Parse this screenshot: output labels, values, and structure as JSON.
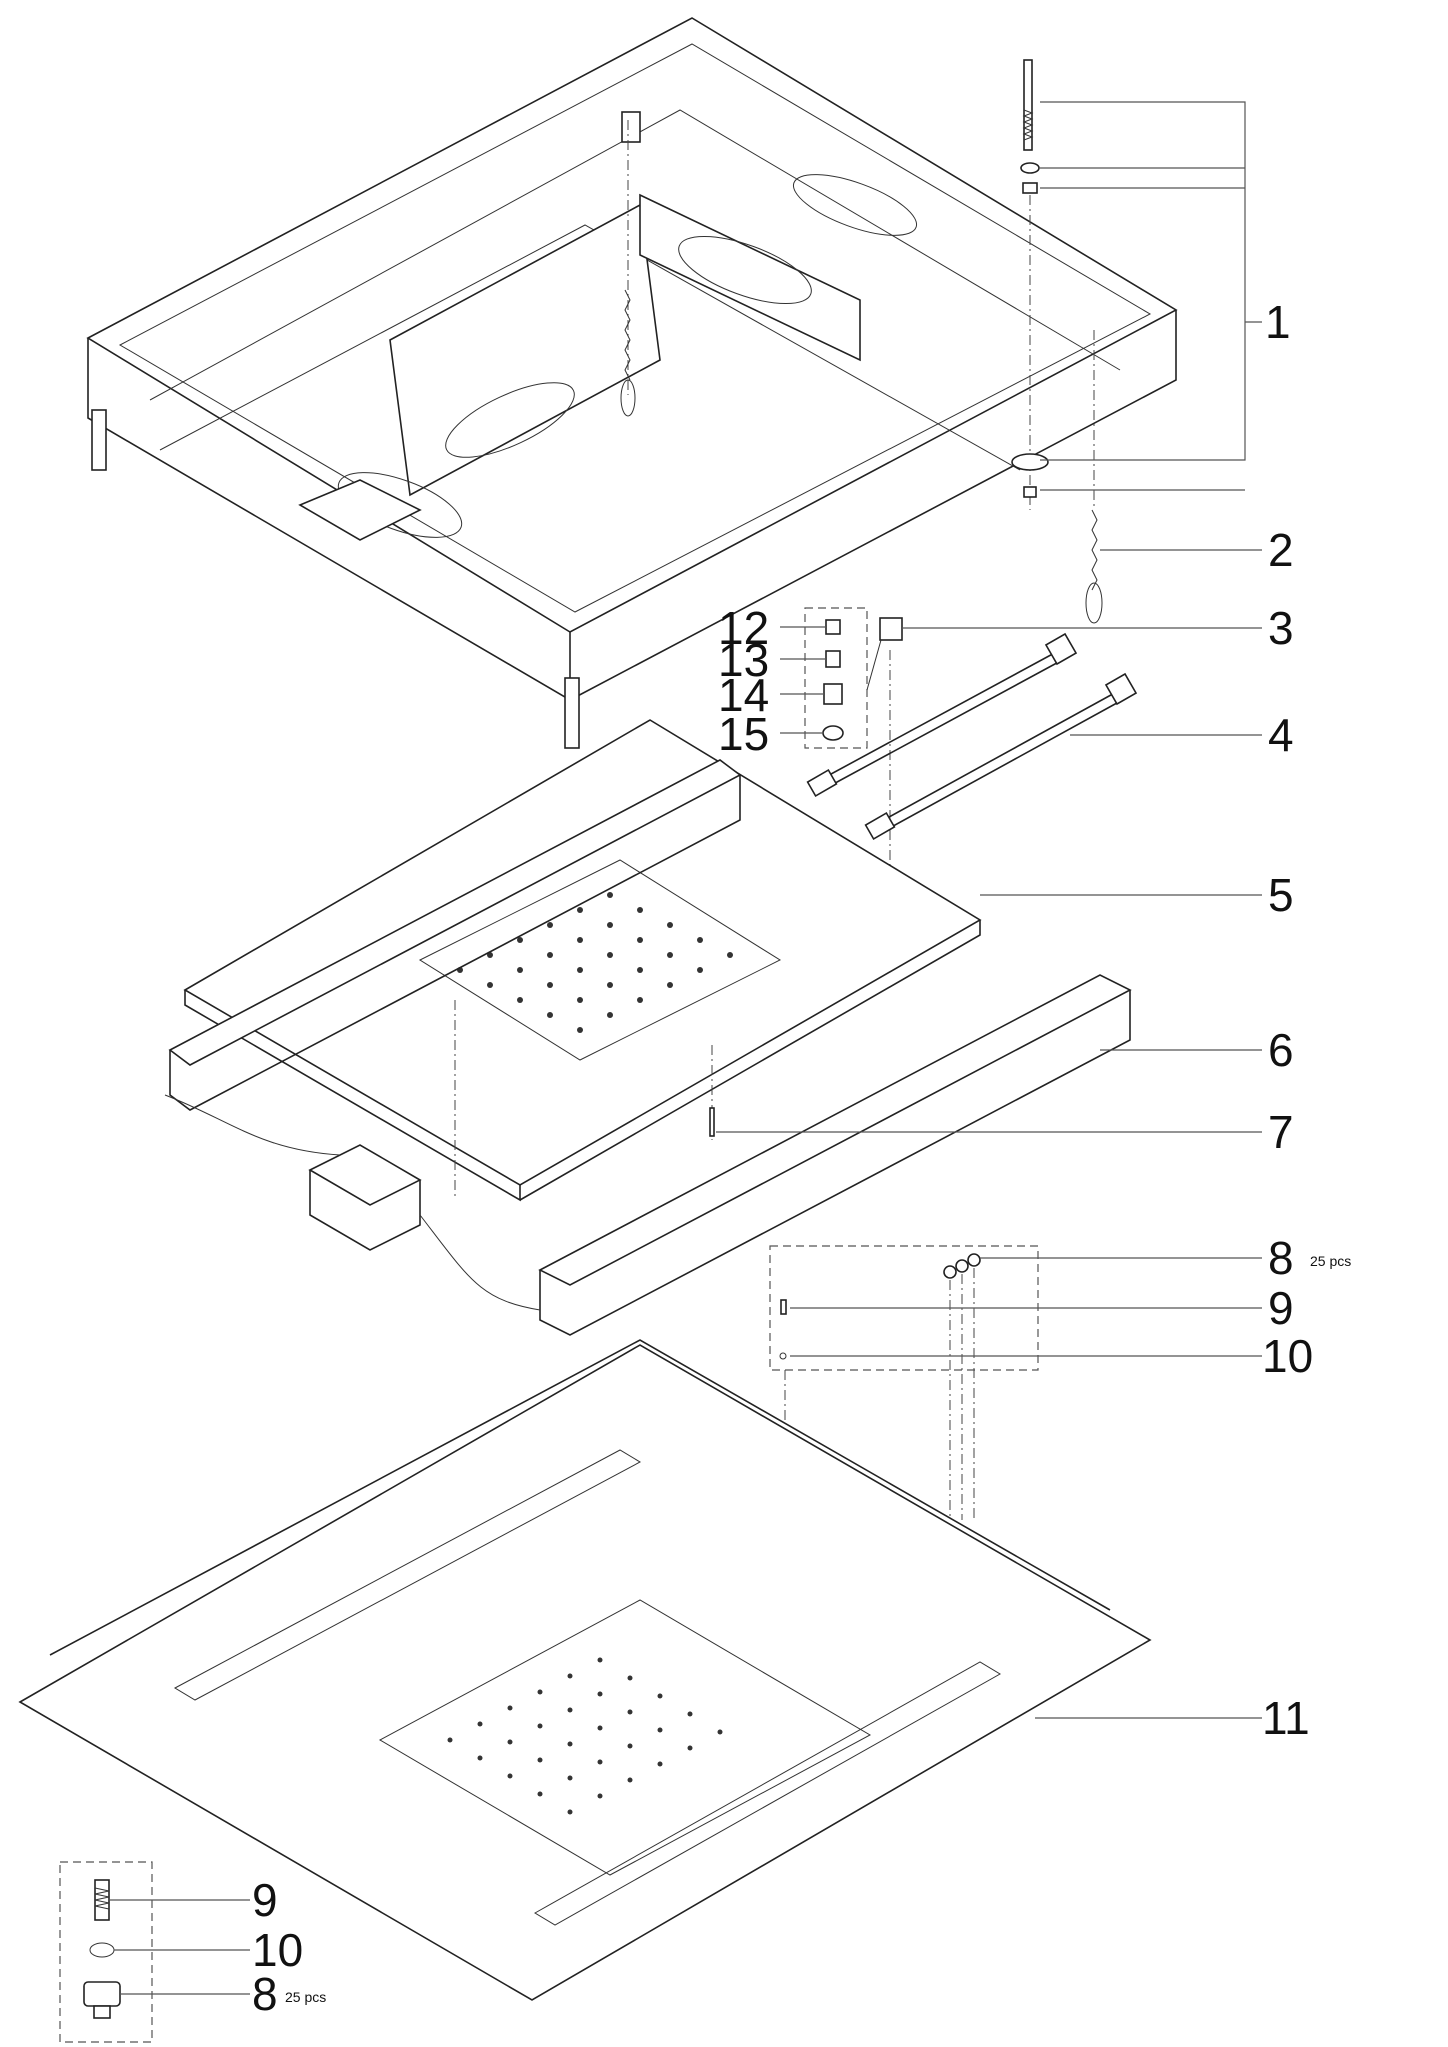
{
  "callouts": [
    {
      "id": "1",
      "text": "1"
    },
    {
      "id": "2",
      "text": "2"
    },
    {
      "id": "3",
      "text": "3"
    },
    {
      "id": "4",
      "text": "4"
    },
    {
      "id": "5",
      "text": "5"
    },
    {
      "id": "6",
      "text": "6"
    },
    {
      "id": "7",
      "text": "7"
    },
    {
      "id": "8",
      "text": "8",
      "note": "25 pcs"
    },
    {
      "id": "9",
      "text": "9"
    },
    {
      "id": "10",
      "text": "10"
    },
    {
      "id": "11",
      "text": "11"
    },
    {
      "id": "12",
      "text": "12"
    },
    {
      "id": "13",
      "text": "13"
    },
    {
      "id": "14",
      "text": "14"
    },
    {
      "id": "15",
      "text": "15"
    }
  ],
  "inset_callouts": [
    {
      "id": "9",
      "text": "9"
    },
    {
      "id": "10",
      "text": "10"
    },
    {
      "id": "8",
      "text": "8",
      "note": "25 pcs"
    }
  ]
}
